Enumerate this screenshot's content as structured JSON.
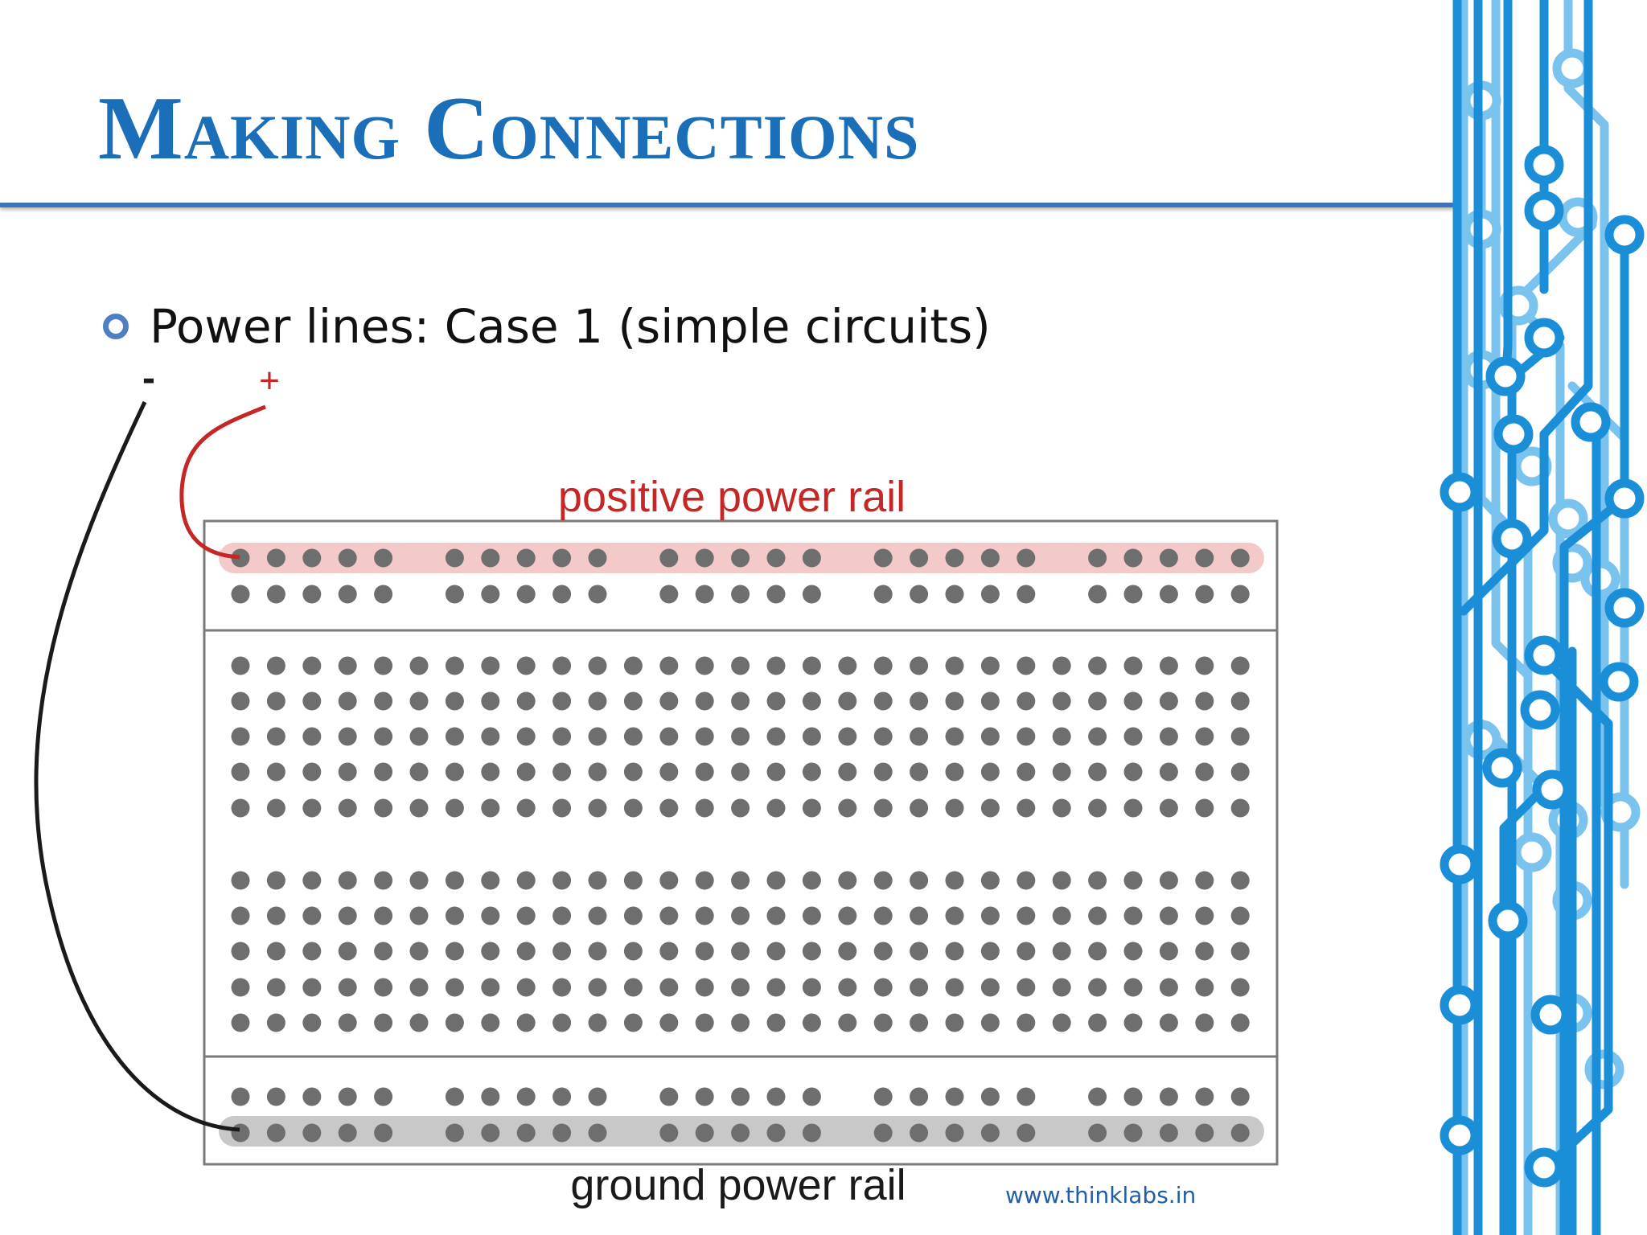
{
  "slide": {
    "title": "Making Connections",
    "bullet": "Power lines: Case 1 (simple circuits)",
    "footer_url": "www.thinklabs.in"
  },
  "diagram": {
    "negative_symbol": "-",
    "positive_symbol": "+",
    "positive_rail_label": "positive power rail",
    "ground_rail_label": "ground power rail",
    "colors": {
      "accent": "#1a6fb8",
      "positive_wire": "#c52626",
      "negative_wire": "#1a1a1a",
      "hole": "#6e6e6e",
      "positive_highlight": "#f3c9c9",
      "ground_highlight": "#c8c8c8",
      "circuit_dark": "#1a8fd8",
      "circuit_light": "#79c3ee"
    }
  }
}
